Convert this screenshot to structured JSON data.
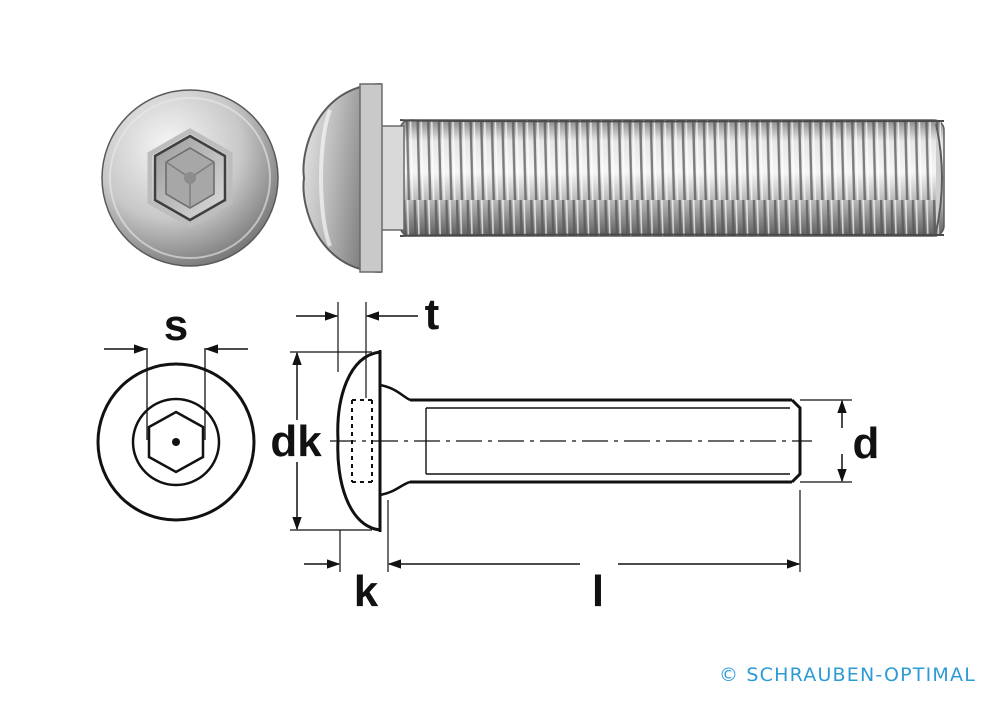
{
  "dimensions": {
    "s": "s",
    "t": "t",
    "dk": "dk",
    "d": "d",
    "k": "k",
    "l": "l"
  },
  "credit": "© SCHRAUBEN-OPTIMAL",
  "colors": {
    "metal_light": "#f2f2f2",
    "metal_mid": "#bdbdbd",
    "metal_dark": "#6f6f6f",
    "line": "#111111",
    "credit": "#2d9bd6"
  }
}
